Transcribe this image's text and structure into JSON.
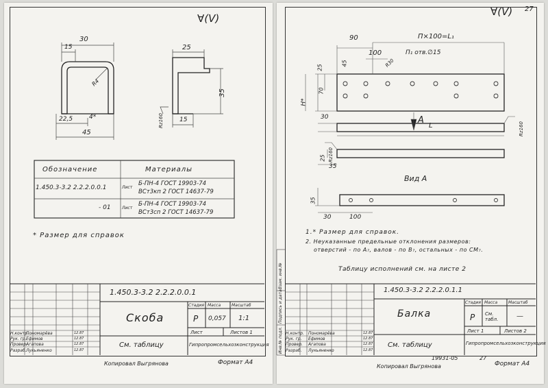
{
  "left": {
    "corner_mark": "∀(V)",
    "dims": {
      "d30": "30",
      "d15": "15",
      "r": "R4",
      "d4": "4*",
      "d225": "22,5",
      "d45": "45",
      "d25": "25",
      "d35": "35",
      "d15b": "15",
      "rz": "Rz160"
    },
    "materials_table": {
      "header_designation": "Обозначение",
      "header_materials": "Материалы",
      "rows": [
        {
          "designation": "1.450.3-3.2  2.2.2.0.0.1",
          "list_label": "Лист",
          "line1": "Б-ПН-4 ГОСТ 19903-74",
          "line2": "ВСт3кп 2 ГОСТ 14637-79"
        },
        {
          "designation": "- 01",
          "list_label": "Лист",
          "line1": "Б-ПН-4 ГОСТ 19903-74",
          "line2": "ВСт3сп 2 ГОСТ 14637-79"
        }
      ]
    },
    "note": "* Размер для справок",
    "title_block": {
      "doc_number": "1.450.3-3.2  2.2.2.0.0.1",
      "name": "Скоба",
      "stage_label": "Стадия",
      "mass_label": "Масса",
      "scale_label": "Масштаб",
      "stage": "Р",
      "mass": "0,057",
      "scale": "1:1",
      "sheet_label": "Лист",
      "sheets_label": "Листов 1",
      "material": "См. таблицу",
      "org": "Гипропромсельхозконструкция",
      "staff": [
        {
          "role": "Н.контр.",
          "name": "Пономарёва",
          "date": "12.87"
        },
        {
          "role": "Рук. гр.",
          "name": "Ефимов",
          "date": "12.87"
        },
        {
          "role": "Провер.",
          "name": "Агапова",
          "date": "12.87"
        },
        {
          "role": "Разраб.",
          "name": "Лукьяненко",
          "date": "12.87"
        }
      ]
    },
    "footer_left": "Копировал  Выгрянова",
    "footer_right": "Формат А4"
  },
  "right": {
    "corner_mark": "∀(V)",
    "page_no": "27",
    "dims": {
      "d90": "90",
      "formula": "П×100=L₁",
      "d100": "100",
      "holes": "П₁ отв.∅15",
      "r30": "R30",
      "d45": "45",
      "d25": "25",
      "d70": "70",
      "h": "Н*",
      "d30": "30",
      "a": "А",
      "l": "L",
      "rz": "Rz160",
      "d25b": "25",
      "d35": "35",
      "rz2": "Rz160"
    },
    "view_label": "Вид А",
    "view_dims": {
      "d35": "35",
      "d30": "30",
      "d100": "100"
    },
    "notes": [
      "1.* Размер для справок.",
      "2. Неуказанные предельные отклонения размеров:",
      "отверстий - по A₇, валов - по B₇, остальных - по CM₇."
    ],
    "variants_note": "Таблицу исполнений см. на листе 2",
    "side_strip": [
      "Инв.№ подл.",
      "Подпись и дата",
      "Взам. инв.№"
    ],
    "title_block": {
      "doc_number": "1.450.3-3.2  2.2.2.0.1.1",
      "name": "Балка",
      "stage_label": "Стадия",
      "mass_label": "Масса",
      "scale_label": "Масштаб",
      "stage": "Р",
      "mass": "См. табл.",
      "scale": "—",
      "sheet_label": "Лист 1",
      "sheets_label": "Листов 2",
      "material": "См. таблицу",
      "org": "Гипропромсельхозконструкция",
      "staff": [
        {
          "role": "Н.контр.",
          "name": "Пономарёва",
          "date": "12.87"
        },
        {
          "role": "Рук. гр.",
          "name": "Ефимов",
          "date": "12.87"
        },
        {
          "role": "Провер.",
          "name": "Агапова",
          "date": "12.87"
        },
        {
          "role": "Разраб.",
          "name": "Лукьяненко",
          "date": "12.87"
        }
      ]
    },
    "stamp": "19931-05",
    "stamp_page": "27",
    "footer_left": "Копировал  Выгрянова",
    "footer_right": "Формат А4"
  }
}
